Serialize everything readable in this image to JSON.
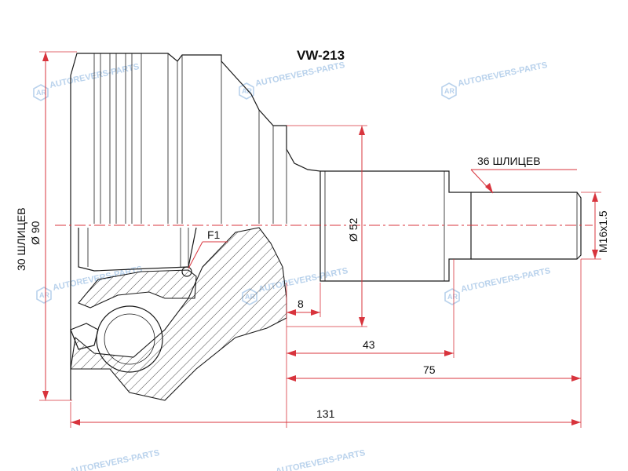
{
  "title": "VW-213",
  "watermark": "AUTOREVERS-PARTS",
  "watermark_logo": "AR",
  "labels": {
    "outer_splines": "30 ШЛИЦЕВ",
    "outer_diameter": "Ø 90",
    "shaft_diameter": "Ø 52",
    "shaft_splines": "36 ШЛИЦЕВ",
    "thread": "M16x1.5",
    "fit_mark": "F1"
  },
  "dimensions": {
    "dim_8": "8",
    "dim_43": "43",
    "dim_75": "75",
    "dim_131": "131"
  },
  "colors": {
    "dimension_lines": "#d8343d",
    "outline": "#1a1a1a",
    "watermark": "#b9d2ec"
  }
}
